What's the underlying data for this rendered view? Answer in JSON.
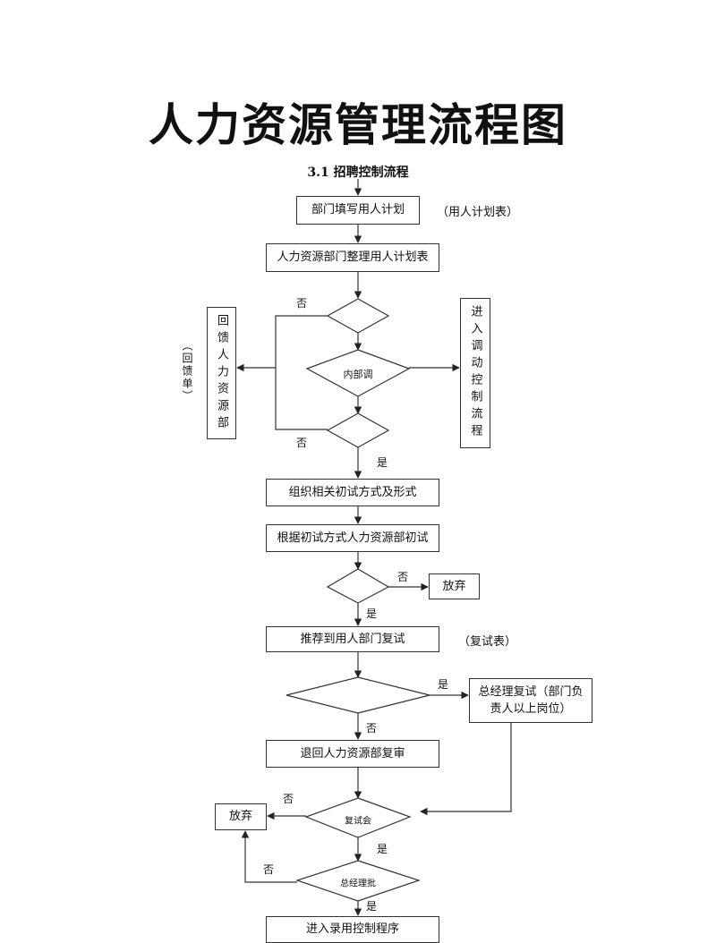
{
  "title": "人力资源管理流程图",
  "subtitle": "3.1 招聘控制流程",
  "boxes": {
    "dept_fill_plan": "部门填写用人计划",
    "hr_organize_plan": "人力资源部门整理用人计划表",
    "organize_interview": "组织相关初试方式及形式",
    "hr_first_interview": "根据初试方式人力资源部初试",
    "give_up_1": "放弃",
    "recommend_retest": "推荐到用人部门复试",
    "gm_retest": "总经理复试（部门负责人以上岗位）",
    "return_hr_review": "退回人力资源部复审",
    "give_up_2": "放弃",
    "enter_hiring": "进入录用控制程序",
    "feedback_hr": "回馈人力资源部",
    "enter_transfer": "进入调动控制流程"
  },
  "notes": {
    "plan_form": "（用人计划表）",
    "retest_form": "（复试表）",
    "feedback_form": "（回馈单）"
  },
  "diamonds": {
    "d1": "",
    "internal_transfer": "内部调",
    "d3": "",
    "pass_first": "",
    "above_manager": "",
    "retest_meeting": "复试会",
    "gm_approve": "总经理批"
  },
  "labels": {
    "no": "否",
    "yes": "是"
  }
}
